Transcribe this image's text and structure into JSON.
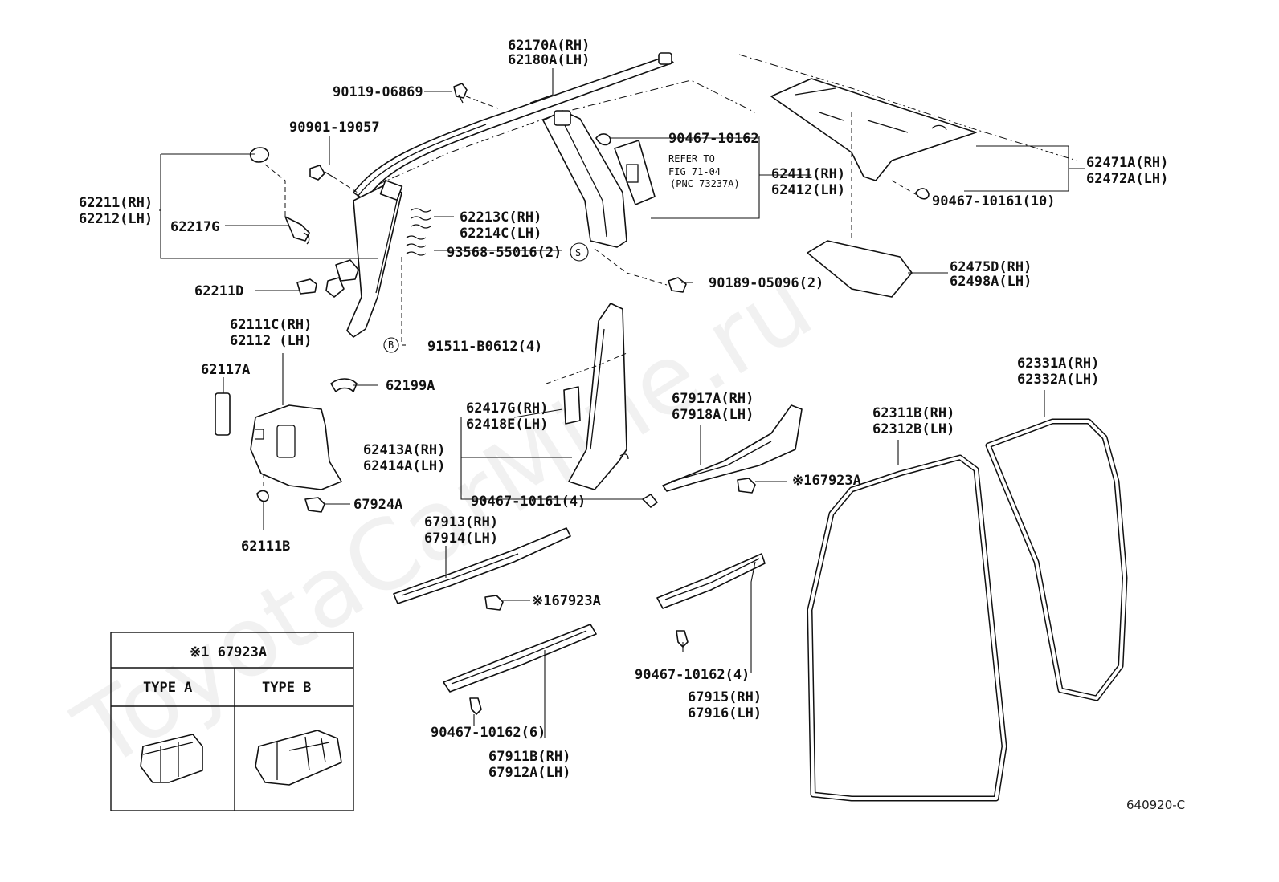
{
  "watermark": "ToyotaCarMine.ru",
  "figure_code": "640920-C",
  "note_ref": {
    "line1": "REFER TO",
    "line2": "FIG 71-04",
    "line3": "(PNC 73237A)"
  },
  "callouts": {
    "c62170": [
      "62170A(RH)",
      "62180A(LH)"
    ],
    "c90119": "90119-06869",
    "c90901": "90901-19057",
    "c62211": [
      "62211(RH)",
      "62212(LH)"
    ],
    "c62217G": "62217G",
    "c62211D": "62211D",
    "c62213C": [
      "62213C(RH)",
      "62214C(LH)"
    ],
    "c93568": "93568-55016(2)",
    "c93568_mark": "S",
    "c91511": "91511-B0612(4)",
    "c91511_mark": "B",
    "c90467a": "90467-10162",
    "c62411": [
      "62411(RH)",
      "62412(LH)"
    ],
    "c90189": "90189-05096(2)",
    "c62471": [
      "62471A(RH)",
      "62472A(LH)"
    ],
    "c90467b": "90467-10161(10)",
    "c62475": [
      "62475D(RH)",
      "62498A(LH)"
    ],
    "c62111C": [
      "62111C(RH)",
      "62112 (LH)"
    ],
    "c62117A": "62117A",
    "c62199A": "62199A",
    "c67924A": "67924A",
    "c62111B": "62111B",
    "c62417G": [
      "62417G(RH)",
      "62418E(LH)"
    ],
    "c62413A": [
      "62413A(RH)",
      "62414A(LH)"
    ],
    "c90467c": "90467-10161(4)",
    "c67917A": [
      "67917A(RH)",
      "67918A(LH)"
    ],
    "c167923a": "※167923A",
    "c67913": [
      "67913(RH)",
      "67914(LH)"
    ],
    "c167923b": "※167923A",
    "c90467d": "90467-10162(4)",
    "c67915": [
      "67915(RH)",
      "67916(LH)"
    ],
    "c90467e": "90467-10162(6)",
    "c67911B": [
      "67911B(RH)",
      "67912A(LH)"
    ],
    "c62311B": [
      "62311B(RH)",
      "62312B(LH)"
    ],
    "c62331A": [
      "62331A(RH)",
      "62332A(LH)"
    ]
  },
  "legend": {
    "title": "※1 67923A",
    "type_a": "TYPE A",
    "type_b": "TYPE B"
  }
}
